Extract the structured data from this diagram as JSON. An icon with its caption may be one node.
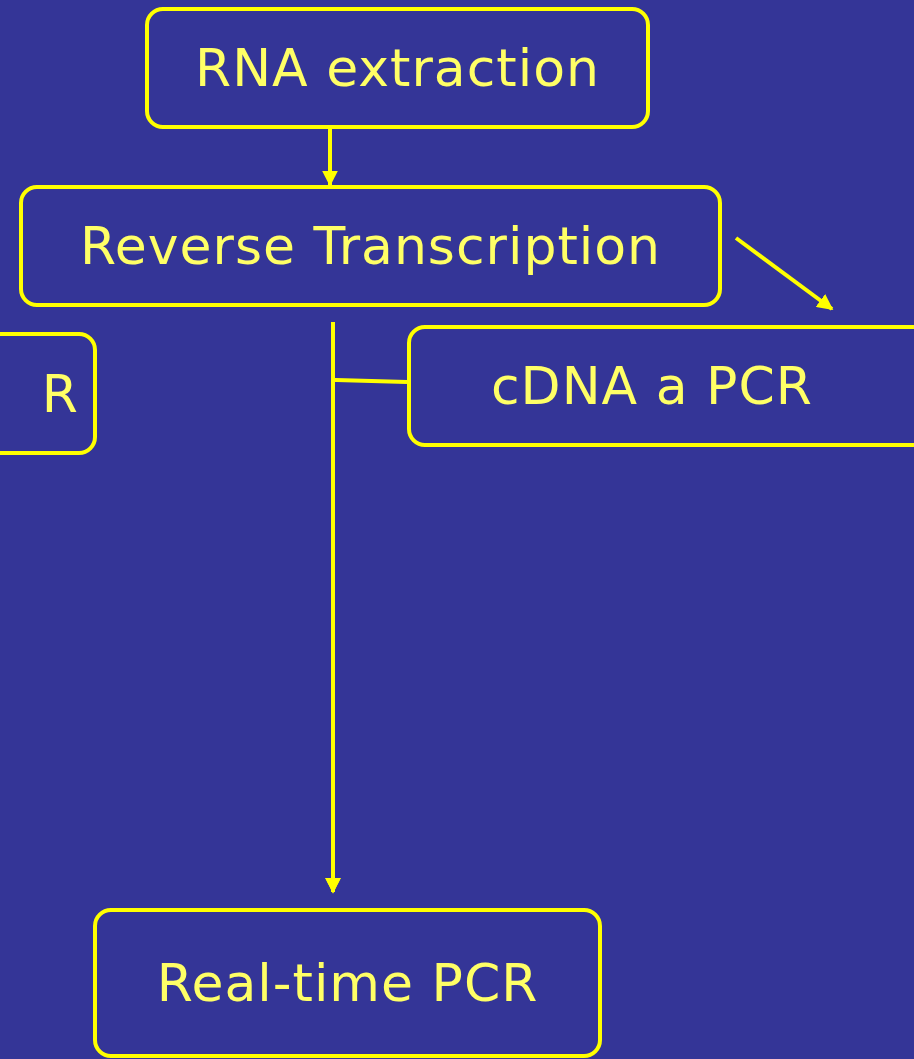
{
  "diagram": {
    "nodes": [
      {
        "text": [
          "RNA extraction"
        ]
      },
      {
        "text": [
          "Reverse Transcription"
        ]
      },
      {
        "text": [
          "R"
        ]
      },
      {
        "text": [
          "cDNA a PCR"
        ]
      },
      {
        "text": [
          "Real-time PCR"
        ]
      }
    ],
    "edges": [
      {
        "from": 0,
        "to": 1,
        "arrow": "to"
      },
      {
        "from": 1,
        "to": 3,
        "arrow": "to"
      },
      {
        "from": 1,
        "to": 4,
        "arrow": "to"
      },
      {
        "from": 3,
        "to": 4,
        "arrow": "to"
      }
    ]
  }
}
